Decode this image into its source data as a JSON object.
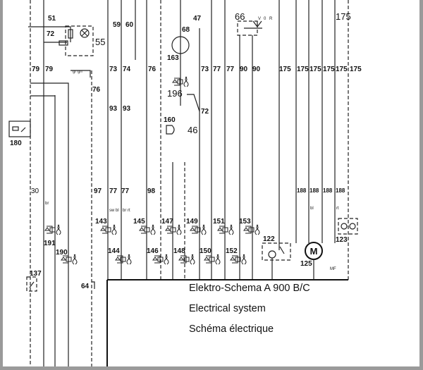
{
  "title": {
    "line1": "Elektro-Schema A 900 B/C",
    "line2": "Electrical system",
    "line3": "Schéma électrique"
  },
  "components": {
    "c51": "51",
    "c72a": "72",
    "c55": "55",
    "c59": "59",
    "c60": "60",
    "c47": "47",
    "c68": "68",
    "c163": "163",
    "c66": "66",
    "c175top": "175",
    "c79a": "79",
    "c79b": "79",
    "c73a": "73",
    "c74": "74",
    "c76a": "76",
    "c73b": "73",
    "c77a": "77",
    "c77b": "77",
    "c90a": "90",
    "c90b": "90",
    "c175a": "175",
    "c175b": "175",
    "c175c": "175",
    "c175d": "175",
    "c175e": "175",
    "c175f": "175",
    "c76b": "76",
    "c196": "196",
    "c93a": "93",
    "c93b": "93",
    "c72b": "72",
    "c160": "160",
    "c46": "46",
    "c180": "180",
    "c30": "30",
    "c97": "97",
    "c77c": "77",
    "c77d": "77",
    "c98": "98",
    "c188a": "188",
    "c188b": "188",
    "c188c": "188",
    "c188d": "188",
    "c143": "143",
    "c145": "145",
    "c147": "147",
    "c149": "149",
    "c151": "151",
    "c153": "153",
    "c122": "122",
    "c123": "123",
    "c191": "191",
    "c144": "144",
    "c146": "146",
    "c148": "148",
    "c150": "150",
    "c152": "152",
    "c190": "190",
    "c125": "125",
    "c137": "137",
    "c64": "64",
    "motor": "M",
    "mf": "MF"
  },
  "switch_positions": {
    "v": "V",
    "o": "0",
    "r": "R"
  },
  "wire_codes": {
    "grgn": "gr gn",
    "br": "br",
    "swbl": "sw bl",
    "brrt": "br rt",
    "bl": "bl",
    "rt": "rt"
  }
}
